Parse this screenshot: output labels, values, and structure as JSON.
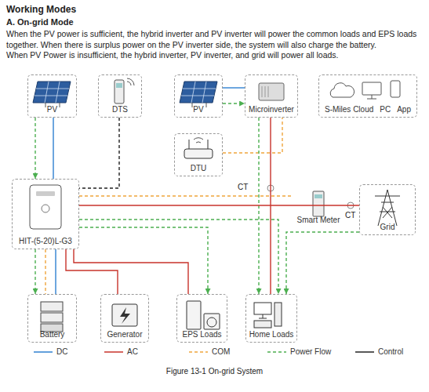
{
  "diagram": {
    "title": "Working Modes",
    "caption": "Figure 13-1 On-grid System",
    "nodes": [
      {
        "text": [
          "PV"
        ]
      },
      {
        "text": [
          "DTS"
        ]
      },
      {
        "text": [
          "PV"
        ]
      },
      {
        "text": [
          "Microinverter"
        ]
      },
      {
        "text": [
          "S-Miles Cloud",
          "PC",
          "App"
        ]
      },
      {
        "text": [
          "DTU"
        ]
      },
      {
        "text": [
          "HIT-(5-20)L-G3"
        ]
      },
      {
        "text": [
          "Smart Meter"
        ]
      },
      {
        "text": [
          "Grid"
        ]
      },
      {
        "text": [
          "Battery"
        ]
      },
      {
        "text": [
          "Generator"
        ]
      },
      {
        "text": [
          "EPS Loads"
        ]
      },
      {
        "text": [
          "Home Loads"
        ]
      }
    ],
    "edges": [
      {
        "from": 0,
        "to": 6,
        "arrow": "none"
      },
      {
        "from": 0,
        "to": 6,
        "arrow": "to"
      },
      {
        "from": 1,
        "to": 6,
        "arrow": "none"
      },
      {
        "from": 2,
        "to": 3,
        "arrow": "none"
      },
      {
        "from": 2,
        "to": 3,
        "arrow": "to"
      },
      {
        "from": 5,
        "to": 3,
        "arrow": "none"
      },
      {
        "from": 3,
        "to": 12,
        "arrow": "none"
      },
      {
        "from": 3,
        "to": 12,
        "arrow": "to"
      },
      {
        "from": 6,
        "to": 7,
        "arrow": "none"
      },
      {
        "from": 6,
        "to": 8,
        "arrow": "none"
      },
      {
        "from": 6,
        "to": 9,
        "arrow": "to"
      },
      {
        "from": 6,
        "to": 9,
        "arrow": "none"
      },
      {
        "from": 6,
        "to": 9,
        "arrow": "none"
      },
      {
        "from": 6,
        "to": 10,
        "arrow": "none"
      },
      {
        "from": 6,
        "to": 11,
        "arrow": "none"
      },
      {
        "from": 6,
        "to": 11,
        "arrow": "to"
      },
      {
        "from": 6,
        "to": 12,
        "arrow": "to"
      },
      {
        "from": 8,
        "to": 12,
        "arrow": "to"
      }
    ],
    "labels": [
      "A. On-grid Mode",
      "When the PV power is sufficient, the hybrid inverter and PV inverter will power the common loads and EPS loads together. When there is surplus power on the PV inverter side, the system will also charge the battery.",
      "When PV Power is insufficient, the hybrid inverter, PV inverter, and grid will power all loads.",
      "CT",
      "CT"
    ],
    "legend": [
      {
        "text": "DC"
      },
      {
        "text": "AC"
      },
      {
        "text": "COM"
      },
      {
        "text": "Power Flow"
      },
      {
        "text": "Control"
      }
    ]
  }
}
